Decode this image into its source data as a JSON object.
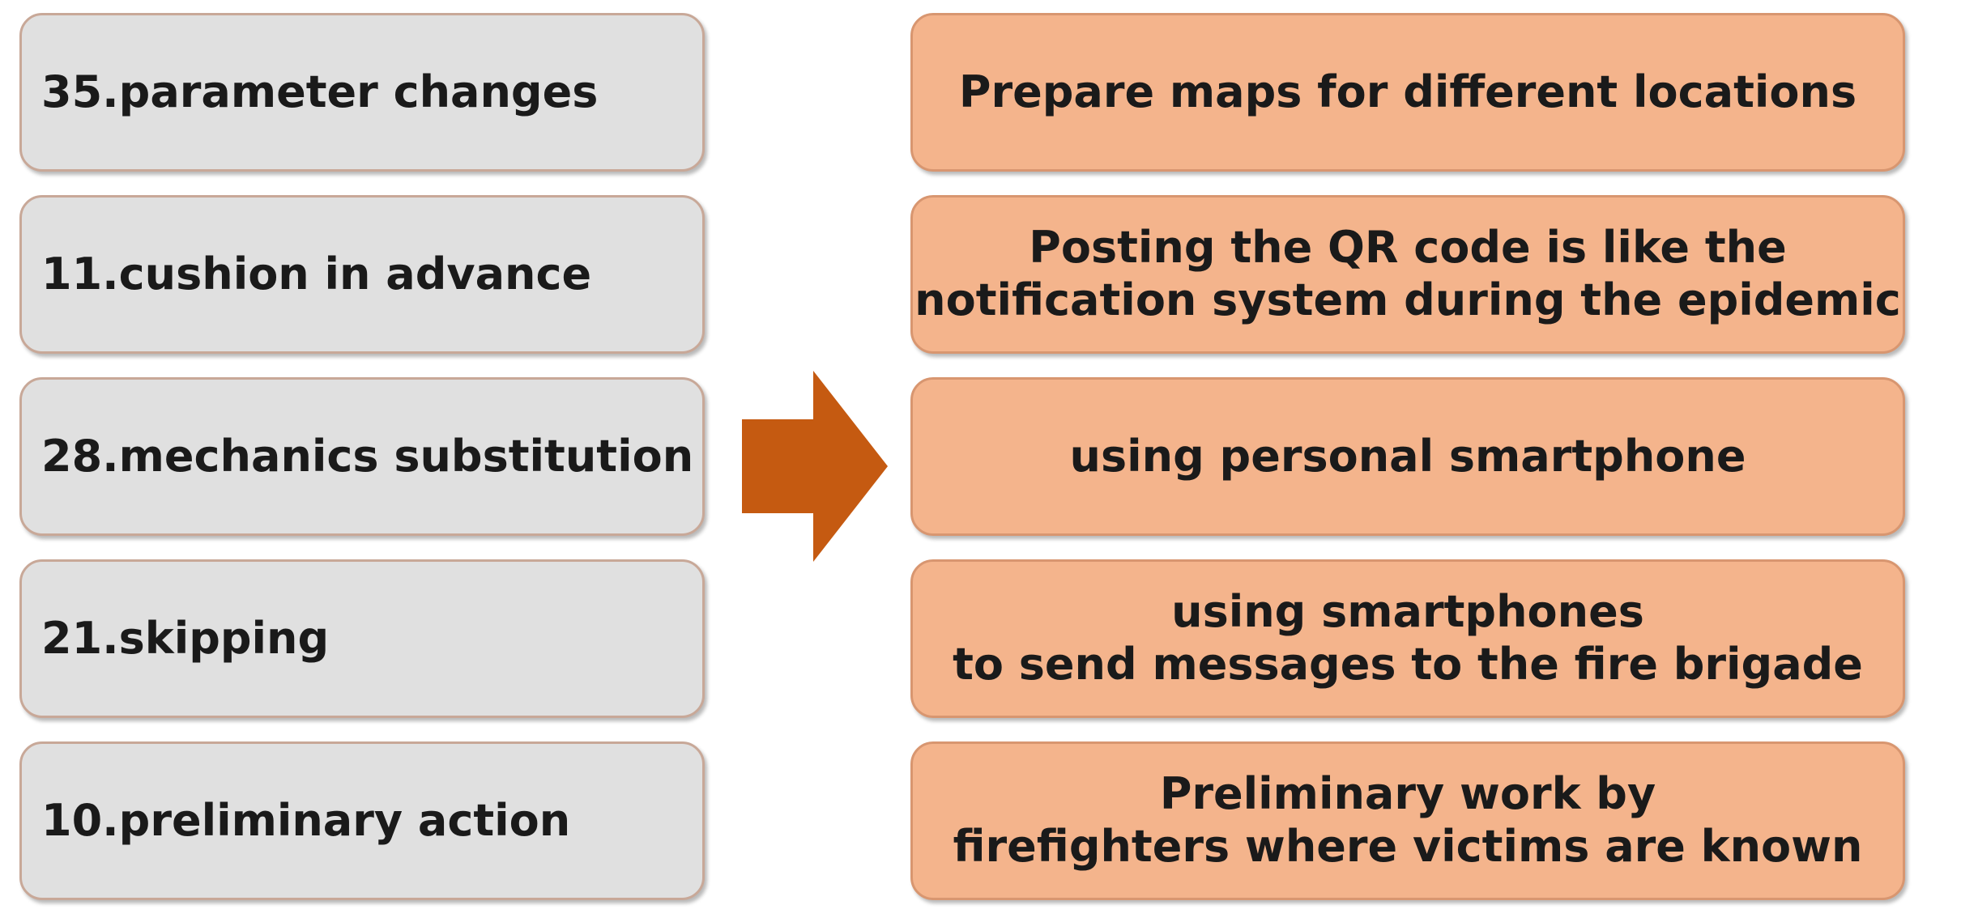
{
  "principles": [
    {
      "label": "35.parameter changes"
    },
    {
      "label": "11.cushion in advance"
    },
    {
      "label": "28.mechanics substitution"
    },
    {
      "label": "21.skipping"
    },
    {
      "label": "10.preliminary action"
    }
  ],
  "solutions": [
    {
      "line1": "Prepare maps for different locations",
      "line2": ""
    },
    {
      "line1": "Posting the QR code is like the",
      "line2": "notification system during the epidemic"
    },
    {
      "line1": "using personal smartphone",
      "line2": ""
    },
    {
      "line1": "using smartphones",
      "line2": "to send messages to the fire brigade"
    },
    {
      "line1": "Preliminary work by",
      "line2": "firefighters where victims are known"
    }
  ],
  "colors": {
    "principle_fill": "#e0e0e0",
    "solution_fill": "#f4b48c",
    "arrow_fill": "#c55a11"
  },
  "arrow": {
    "icon": "right-arrow-icon"
  }
}
